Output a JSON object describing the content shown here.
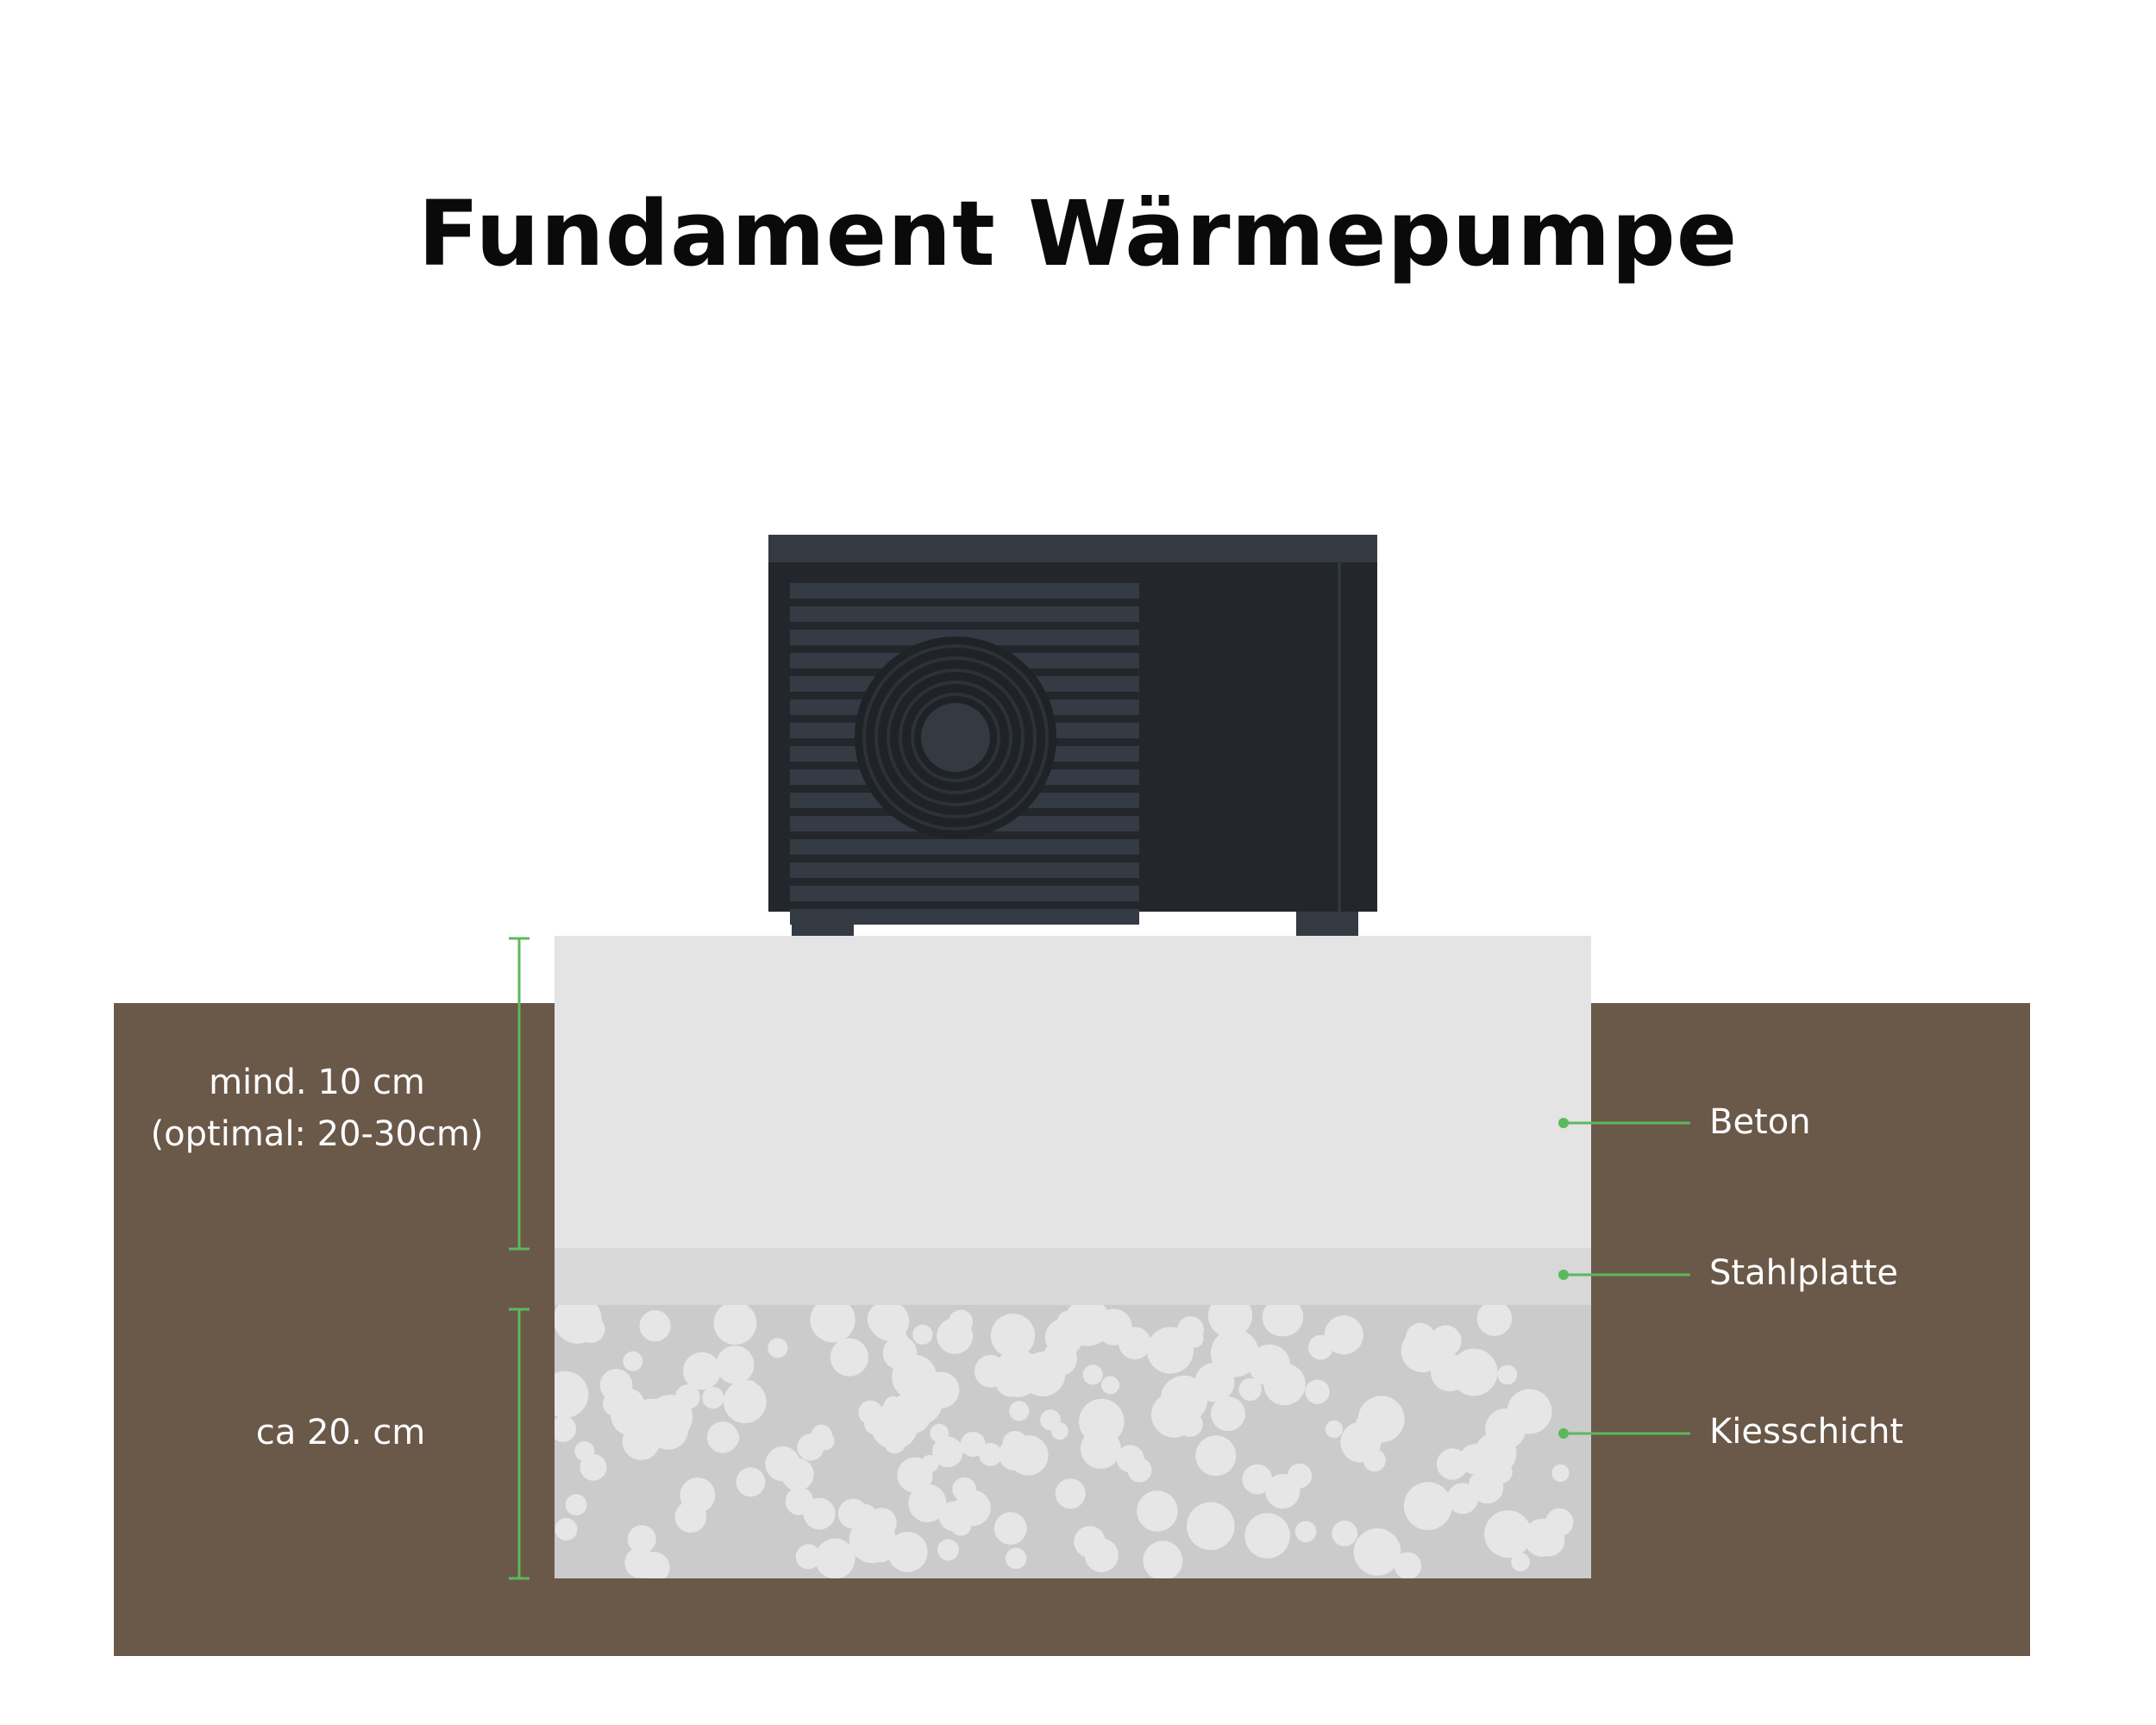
{
  "title": "Fundament Wärmepumpe",
  "dimensions": {
    "concrete_height_line1": "mind. 10 cm",
    "concrete_height_line2": "(optimal: 20-30cm)",
    "gravel_height": "ca 20. cm"
  },
  "layers": [
    {
      "label": "Beton"
    },
    {
      "label": "Stahlplatte"
    },
    {
      "label": "Kiesschicht"
    }
  ],
  "colors": {
    "soil": "#6a5849",
    "concrete": "#e4e4e4",
    "steel_plate": "#d8d8d8",
    "gravel": "#cbcbcb",
    "pebble": "#e6e6e6",
    "accent_green": "#5cb85c",
    "pump_body": "#23272b",
    "pump_top": "#343a42"
  }
}
